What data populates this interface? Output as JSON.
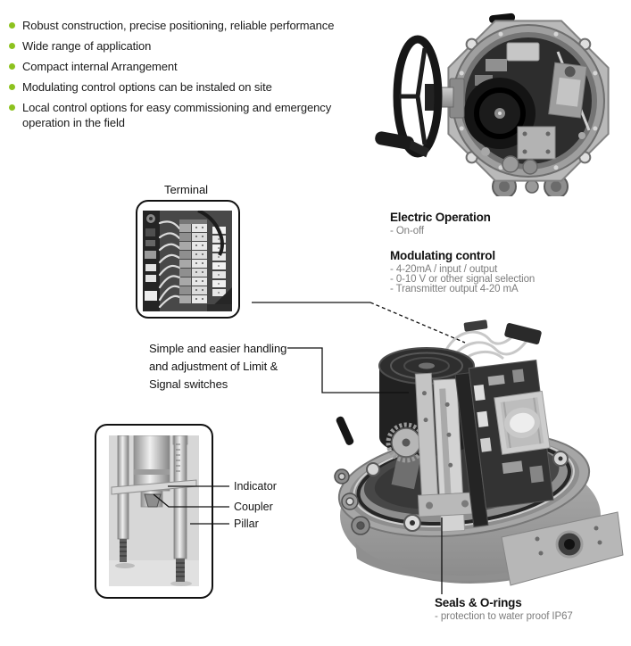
{
  "page": {
    "background": "#ffffff",
    "accent_green": "#8dc21f",
    "text_color": "#1a1a1a",
    "muted_text_color": "#7d7d7d",
    "line_color": "#111111"
  },
  "features": {
    "items": [
      "Robust construction, precise positioning, reliable performance",
      "Wide range of application",
      "Compact internal Arrangement",
      "Modulating control options can be instaled on site",
      "Local control options for easy commissioning and emergency operation in the field"
    ]
  },
  "terminal_callout": {
    "label": "Terminal"
  },
  "operation": {
    "electric": {
      "title": "Electric Operation",
      "items": [
        "- On-off"
      ]
    },
    "modulating": {
      "title": "Modulating control",
      "items": [
        "- 4-20mA / input / output",
        "- 0-10 V or other signal selection",
        "- Transmitter output 4-20 mA"
      ]
    }
  },
  "switch_callout": {
    "lines": [
      "Simple and easier handling",
      "and adjustment of Limit &",
      "Signal switches"
    ]
  },
  "pillar_callout": {
    "labels": [
      "Indicator",
      "Coupler",
      "Pillar"
    ]
  },
  "seals_callout": {
    "title": "Seals & O-rings",
    "subtitle": "- protection to water proof IP67"
  },
  "photos": {
    "actuator_front": "actuator-front-view-with-handwheel",
    "terminal": "terminal-block-closeup",
    "pillars": "pillar-coupler-indicator-closeup",
    "internals": "actuator-internal-assembly"
  }
}
